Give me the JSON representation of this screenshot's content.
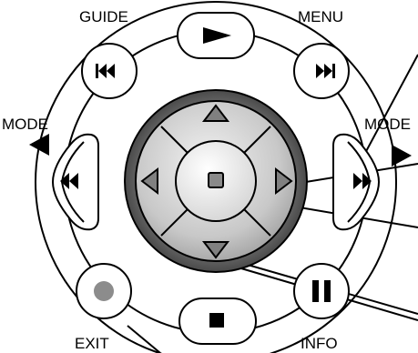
{
  "labels": {
    "guide": "GUIDE",
    "menu": "MENU",
    "mode_left": "MODE",
    "mode_right": "MODE",
    "exit": "EXIT",
    "info": "INFO"
  },
  "icons": {
    "top_oval": "play-icon",
    "top_left_round": "skip-back-icon",
    "top_right_round": "skip-forward-icon",
    "left_side": "rewind-icon",
    "right_side": "fast-forward-icon",
    "bottom_left_round": "record-icon",
    "bottom_right_round": "pause-icon",
    "bottom_oval": "stop-icon",
    "dpad_up": "arrow-up-icon",
    "dpad_down": "arrow-down-icon",
    "dpad_left": "arrow-left-icon",
    "dpad_right": "arrow-right-icon",
    "dpad_center": "stop-square-icon"
  },
  "colors": {
    "line": "#000000",
    "record_dot": "#8c8c8c",
    "dpad_dark": "#6e6e6e",
    "dpad_light": "#e6e6e6"
  }
}
